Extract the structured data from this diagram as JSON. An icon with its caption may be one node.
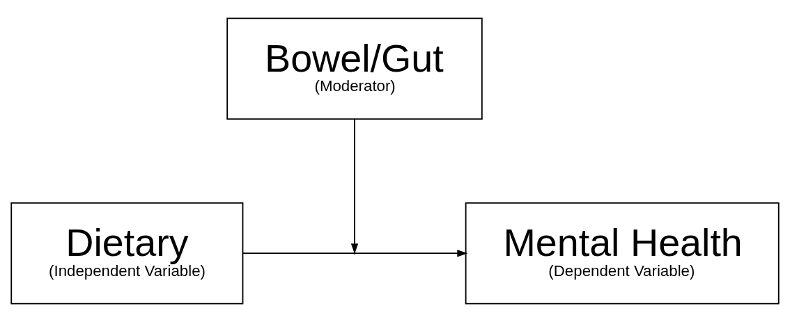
{
  "diagram": {
    "nodes": [
      {
        "text": [
          "Bowel/Gut",
          "(Moderator)"
        ]
      },
      {
        "text": [
          "Dietary",
          "(Independent Variable)"
        ]
      },
      {
        "text": [
          "Mental Health",
          "(Dependent Variable)"
        ]
      }
    ],
    "edges": [
      {
        "from": 1,
        "to": 2,
        "arrow": "to"
      },
      {
        "from": 0,
        "to": null,
        "arrow": "to"
      }
    ]
  }
}
